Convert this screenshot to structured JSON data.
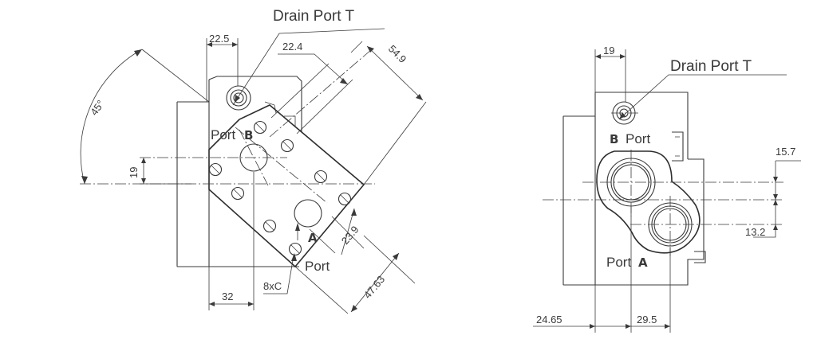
{
  "left_view": {
    "drain_port_label": "Drain Port  T",
    "port_b_word": "Port",
    "port_b_letter": "B",
    "port_a_letter": "A",
    "port_a_word": "Port",
    "holes_label": "8xC",
    "angle_label": "45°",
    "dims": {
      "d_22_5": "22.5",
      "d_22_4": "22.4",
      "d_54_9": "54.9",
      "d_19": "19",
      "d_23_9": "23.9",
      "d_47_63": "47.63",
      "d_32": "32"
    }
  },
  "right_view": {
    "drain_port_label": "Drain Port  T",
    "port_b_letter": "B",
    "port_b_word": "Port",
    "port_a_word": "Port",
    "port_a_letter": "A",
    "dims": {
      "d_19": "19",
      "d_15_7": "15.7",
      "d_13_2": "13.2",
      "d_24_65": "24.65",
      "d_29_5": "29.5"
    }
  },
  "colors": {
    "line": "#3a3a3a",
    "background": "#ffffff"
  }
}
